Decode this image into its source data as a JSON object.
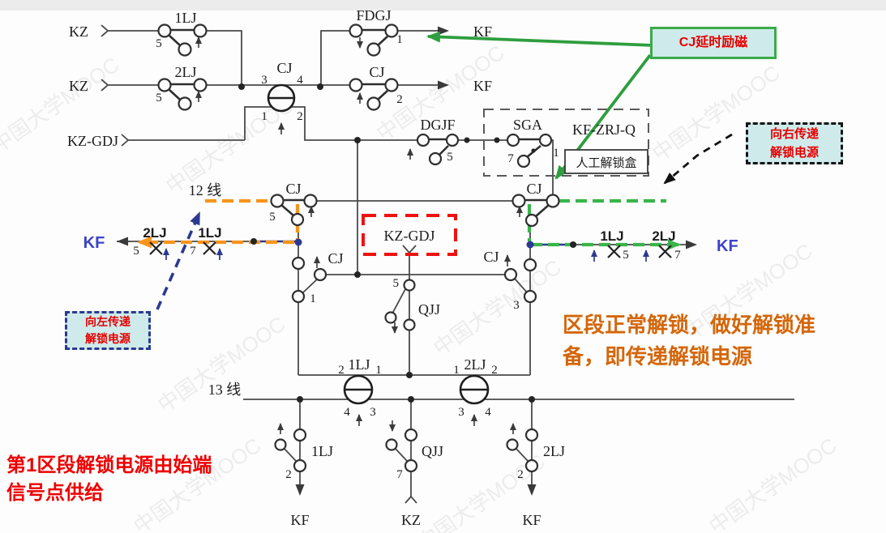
{
  "colors": {
    "wire": "#4a4a4a",
    "orange": "#f7941d",
    "navy": "#2b3990",
    "green": "#39b54a",
    "green_solid": "#2e9e3e",
    "red_dashed": "#f01010",
    "red_text": "#ee0000",
    "orange_text": "#d4660a",
    "kf_blue": "#3b43c8",
    "callout_bg": "#cfeaea"
  },
  "watermark": "中国大学MOOC",
  "labels": {
    "kz_row1": "KZ",
    "kz_row2": "KZ",
    "kz_gdj_in": "KZ-GDJ",
    "c_1lj_top": "1LJ",
    "c_1lj_top_pin": "5",
    "c_2lj_top": "2LJ",
    "c_2lj_top_pin": "5",
    "cj_coil_name": "CJ",
    "cj_coil_pin3": "3",
    "cj_coil_pin4": "4",
    "cj_coil_pin1": "1",
    "cj_coil_pin2": "2",
    "fdgj_name": "FDGJ",
    "fdgj_pin1": "1",
    "kf_top1": "KF",
    "cj_top2_name": "CJ",
    "cj_top2_pin": "2",
    "kf_top2": "KF",
    "dgjf_name": "DGJF",
    "dgjf_pin": "5",
    "sga_name": "SGA",
    "sga_pin_l": "7",
    "sga_pin_r": "1",
    "kf_zrj_q": "KF-ZRJ-Q",
    "manual_unlock_box": "人工解锁盒",
    "line12": "12 线",
    "line13": "13 线",
    "cj_mid_left_name": "CJ",
    "cj_mid_left_pin": "5",
    "cj_mid_right_name": "CJ",
    "kf_left": "KF",
    "lj2_w_name": "2LJ",
    "lj2_w_pin": "5",
    "lj1_w_name": "1LJ",
    "lj1_w_pin": "7",
    "lj1_e_name": "1LJ",
    "lj1_e_pin": "5",
    "lj2_e_name": "2LJ",
    "lj2_e_pin": "7",
    "kf_right": "KF",
    "kz_gdj_box": "KZ-GDJ",
    "cj_v_left_name": "CJ",
    "cj_v_left_pin": "1",
    "cj_v_right_name": "CJ",
    "cj_v_right_pin": "3",
    "qjj_mid_name": "QJJ",
    "qjj_mid_pin": "5",
    "lj1_coil_name": "1LJ",
    "lj1_coil_p2": "2",
    "lj1_coil_p1": "1",
    "lj1_coil_p4": "4",
    "lj1_coil_p3": "3",
    "lj2_coil_name": "2LJ",
    "lj2_coil_p1": "1",
    "lj2_coil_p2": "2",
    "lj2_coil_p3": "3",
    "lj2_coil_p4": "4",
    "lj1_s_name": "1LJ",
    "lj1_s_pin": "2",
    "kf_s1": "KF",
    "qjj_s_name": "QJJ",
    "qjj_s_pin": "7",
    "kz_s": "KZ",
    "lj2_s_name": "2LJ",
    "lj2_s_pin": "2",
    "kf_s2": "KF"
  },
  "callouts": {
    "cj_delay": "CJ延时励磁",
    "pass_right": [
      "向右传递",
      "解锁电源"
    ],
    "pass_left": [
      "向左传递",
      "解锁电源"
    ]
  },
  "notes": {
    "unlock": [
      "区段正常解锁，做好解锁准",
      "备，即传递解锁电源"
    ],
    "section1": [
      "第1区段解锁电源由始端",
      "信号点供给"
    ]
  }
}
